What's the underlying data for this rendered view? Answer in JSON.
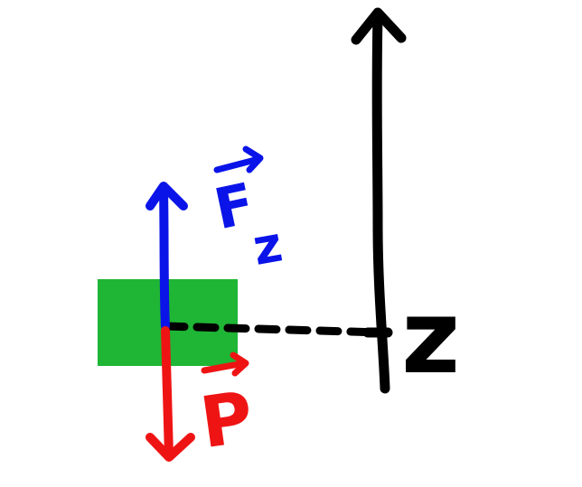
{
  "diagram": {
    "axis_label": "z",
    "force_label": "F",
    "force_subscript": "z",
    "weight_label": "P"
  },
  "colors": {
    "background": "#ffffff",
    "block": "#1fb535",
    "force_vector": "#0a14e8",
    "weight_vector": "#ef1414",
    "axis": "#000000"
  }
}
